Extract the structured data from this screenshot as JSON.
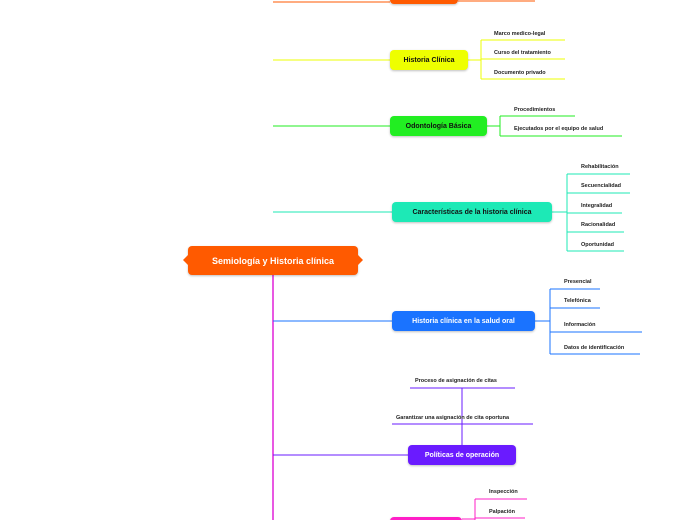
{
  "root": {
    "label": "Semiología y Historia clínica",
    "color": "#ff5a00"
  },
  "branches": [
    {
      "id": "historia-clinica",
      "label": "Historia Clínica",
      "color": "#eeff00",
      "text_color": "#111111",
      "leaves": [
        "Marco medico-legal",
        "Curso del tratamiento",
        "Documento privado"
      ]
    },
    {
      "id": "odontologia-basica",
      "label": "Odontología Básica",
      "color": "#22ee22",
      "text_color": "#111111",
      "leaves": [
        "Procedimientos",
        "Ejecutados por el equipo de salud"
      ]
    },
    {
      "id": "caracteristicas",
      "label": "Características de la historia clínica",
      "color": "#1de9b6",
      "text_color": "#111111",
      "leaves": [
        "Rehabilitación",
        "Secuencialidad",
        "Integralidad",
        "Racionalidad",
        "Oportunidad"
      ]
    },
    {
      "id": "salud-oral",
      "label": "Historia clínica en  la salud oral",
      "color": "#1a73ff",
      "text_color": "#ffffff",
      "leaves": [
        "Presencial",
        "Telefónica",
        "Información",
        "Datos de identificación"
      ]
    },
    {
      "id": "politicas",
      "label": "Políticas de operación",
      "color": "#6a1bff",
      "text_color": "#ffffff",
      "leaves": [
        "Proceso de asignación de citas",
        "Garantizar una asignación de cita oportuna"
      ]
    },
    {
      "id": "examen",
      "label": "",
      "color": "#ff1fc7",
      "text_color": "#ffffff",
      "leaves": [
        "Inspección",
        "Palpación"
      ]
    }
  ]
}
